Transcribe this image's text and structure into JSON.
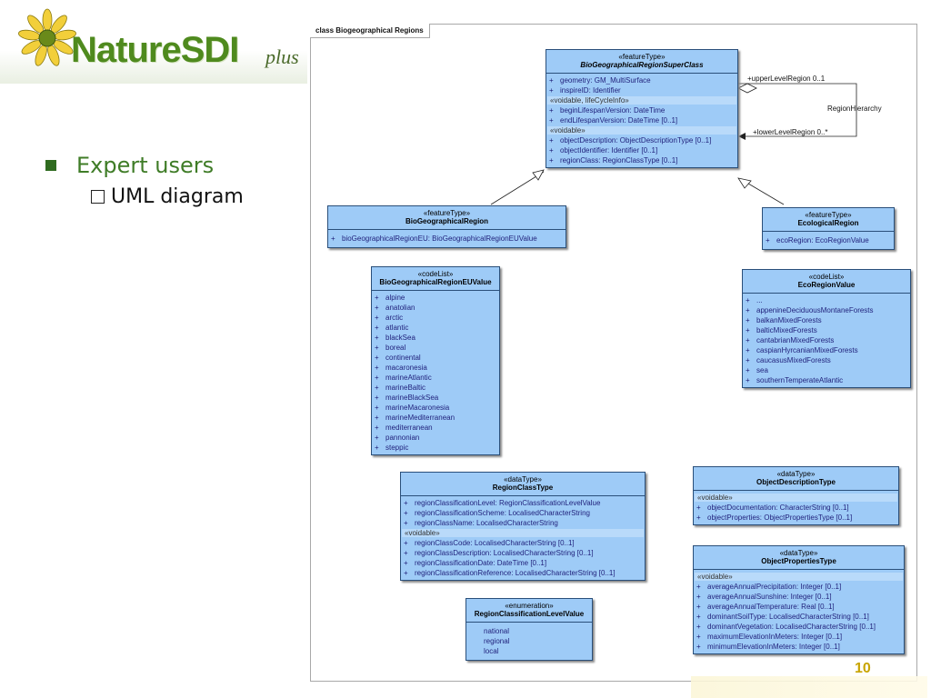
{
  "logo": {
    "text": "NatureSDI",
    "suffix": "plus"
  },
  "bullets": {
    "level1": "Expert users",
    "level2": "UML diagram"
  },
  "diagram": {
    "frame_title": "class Biogeographical Regions",
    "page_number": "10"
  },
  "classes": {
    "super": {
      "stereotype": "«featureType»",
      "name": "BioGeographicalRegionSuperClass",
      "attrs1": [
        "geometry:  GM_MultiSurface",
        "inspireID:  Identifier"
      ],
      "group2": "«voidable, lifeCycleInfo»",
      "attrs2": [
        "beginLifespanVersion:  DateTime",
        "endLifespanVersion:  DateTime [0..1]"
      ],
      "group3": "«voidable»",
      "attrs3": [
        "objectDescription:  ObjectDescriptionType [0..1]",
        "objectIdentifier:  Identifier [0..1]",
        "regionClass:  RegionClassType [0..1]"
      ]
    },
    "bioRegion": {
      "stereotype": "«featureType»",
      "name": "BioGeographicalRegion",
      "attrs": [
        "bioGeographicalRegionEU:  BioGeographicalRegionEUValue"
      ]
    },
    "ecoRegion": {
      "stereotype": "«featureType»",
      "name": "EcologicalRegion",
      "attrs": [
        "ecoRegion:  EcoRegionValue"
      ]
    },
    "bioEU": {
      "stereotype": "«codeList»",
      "name": "BioGeographicalRegionEUValue",
      "values": [
        "alpine",
        "anatolian",
        "arctic",
        "atlantic",
        "blackSea",
        "boreal",
        "continental",
        "macaronesia",
        "marineAtlantic",
        "marineBaltic",
        "marineBlackSea",
        "marineMacaronesia",
        "marineMediterranean",
        "mediterranean",
        "pannonian",
        "steppic"
      ]
    },
    "ecoValue": {
      "stereotype": "«codeList»",
      "name": "EcoRegionValue",
      "values": [
        "...",
        "appenineDeciduousMontaneForests",
        "balkanMixedForests",
        "balticMixedForests",
        "cantabrianMixedForests",
        "caspianHyrcanianMixedForests",
        "caucasusMixedForests",
        "sea",
        "southernTemperateAtlantic"
      ]
    },
    "regionClassType": {
      "stereotype": "«dataType»",
      "name": "RegionClassType",
      "attrs1": [
        "regionClassificationLevel:  RegionClassificationLevelValue",
        "regionClassificationScheme:  LocalisedCharacterString",
        "regionClassName:  LocalisedCharacterString"
      ],
      "group2": "«voidable»",
      "attrs2": [
        "regionClassCode:  LocalisedCharacterString [0..1]",
        "regionClassDescription:  LocalisedCharacterString [0..1]",
        "regionClassificationDate:  DateTime [0..1]",
        "regionClassificationReference:  LocalisedCharacterString [0..1]"
      ]
    },
    "levelValue": {
      "stereotype": "«enumeration»",
      "name": "RegionClassificationLevelValue",
      "values": [
        "national",
        "regional",
        "local"
      ]
    },
    "objDesc": {
      "stereotype": "«dataType»",
      "name": "ObjectDescriptionType",
      "group": "«voidable»",
      "attrs": [
        "objectDocumentation:  CharacterString [0..1]",
        "objectProperties:  ObjectPropertiesType [0..1]"
      ]
    },
    "objProps": {
      "stereotype": "«dataType»",
      "name": "ObjectPropertiesType",
      "group": "«voidable»",
      "attrs": [
        "averageAnnualPrecipitation:  Integer [0..1]",
        "averageAnnualSunshine:  Integer [0..1]",
        "averageAnnualTemperature:  Real [0..1]",
        "dominantSoilType:  LocalisedCharacterString [0..1]",
        "dominantVegetation:  LocalisedCharacterString [0..1]",
        "maximumElevationInMeters:  Integer [0..1]",
        "minimumElevationInMeters:  Integer [0..1]"
      ]
    }
  },
  "association": {
    "upper": "+upperLevelRegion 0..1",
    "name": "RegionHierarchy",
    "lower": "+lowerLevelRegion 0..*"
  }
}
